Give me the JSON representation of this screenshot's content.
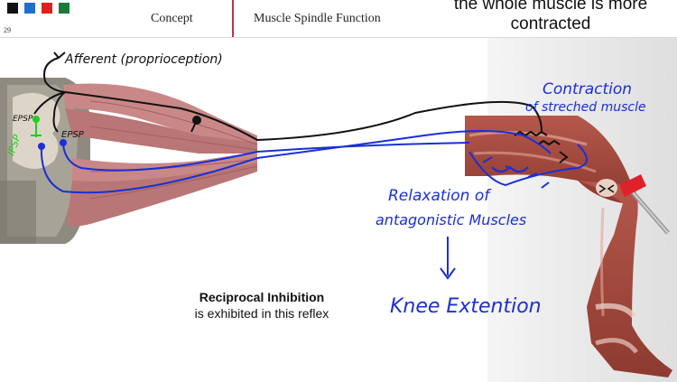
{
  "header": {
    "tabs": [
      {
        "label": "Concept"
      },
      {
        "label": "Muscle Spindle Function"
      }
    ],
    "page_number": "29",
    "note_lines": [
      "the whole muscle is more",
      "contracted"
    ],
    "squares": [
      {
        "color": "#111111"
      },
      {
        "color": "#1f6fd0"
      },
      {
        "color": "#e02020"
      },
      {
        "color": "#1a7a3a"
      }
    ]
  },
  "annotations": {
    "afferent": "Afferent (proprioception)",
    "epsp_left": "EPSP",
    "epsp_right": "EPSP",
    "ipsp": "IPSP",
    "contraction_line1": "Contraction",
    "contraction_line2": "of streched muscle",
    "relaxation_line1": "Relaxation of",
    "relaxation_line2": "antagonistic Muscles",
    "knee": "Knee Extention"
  },
  "caption": {
    "title": "Reciprocal Inhibition",
    "subtitle": "is exhibited in this reflex"
  },
  "colors": {
    "ink_black": "#111111",
    "ink_blue": "#1a2fd6",
    "ink_green": "#22cc22",
    "muscle": "#c98888",
    "muscle_dark": "#a85d5d",
    "spinal": "#8e8a80",
    "accent_red": "#b23a48"
  }
}
